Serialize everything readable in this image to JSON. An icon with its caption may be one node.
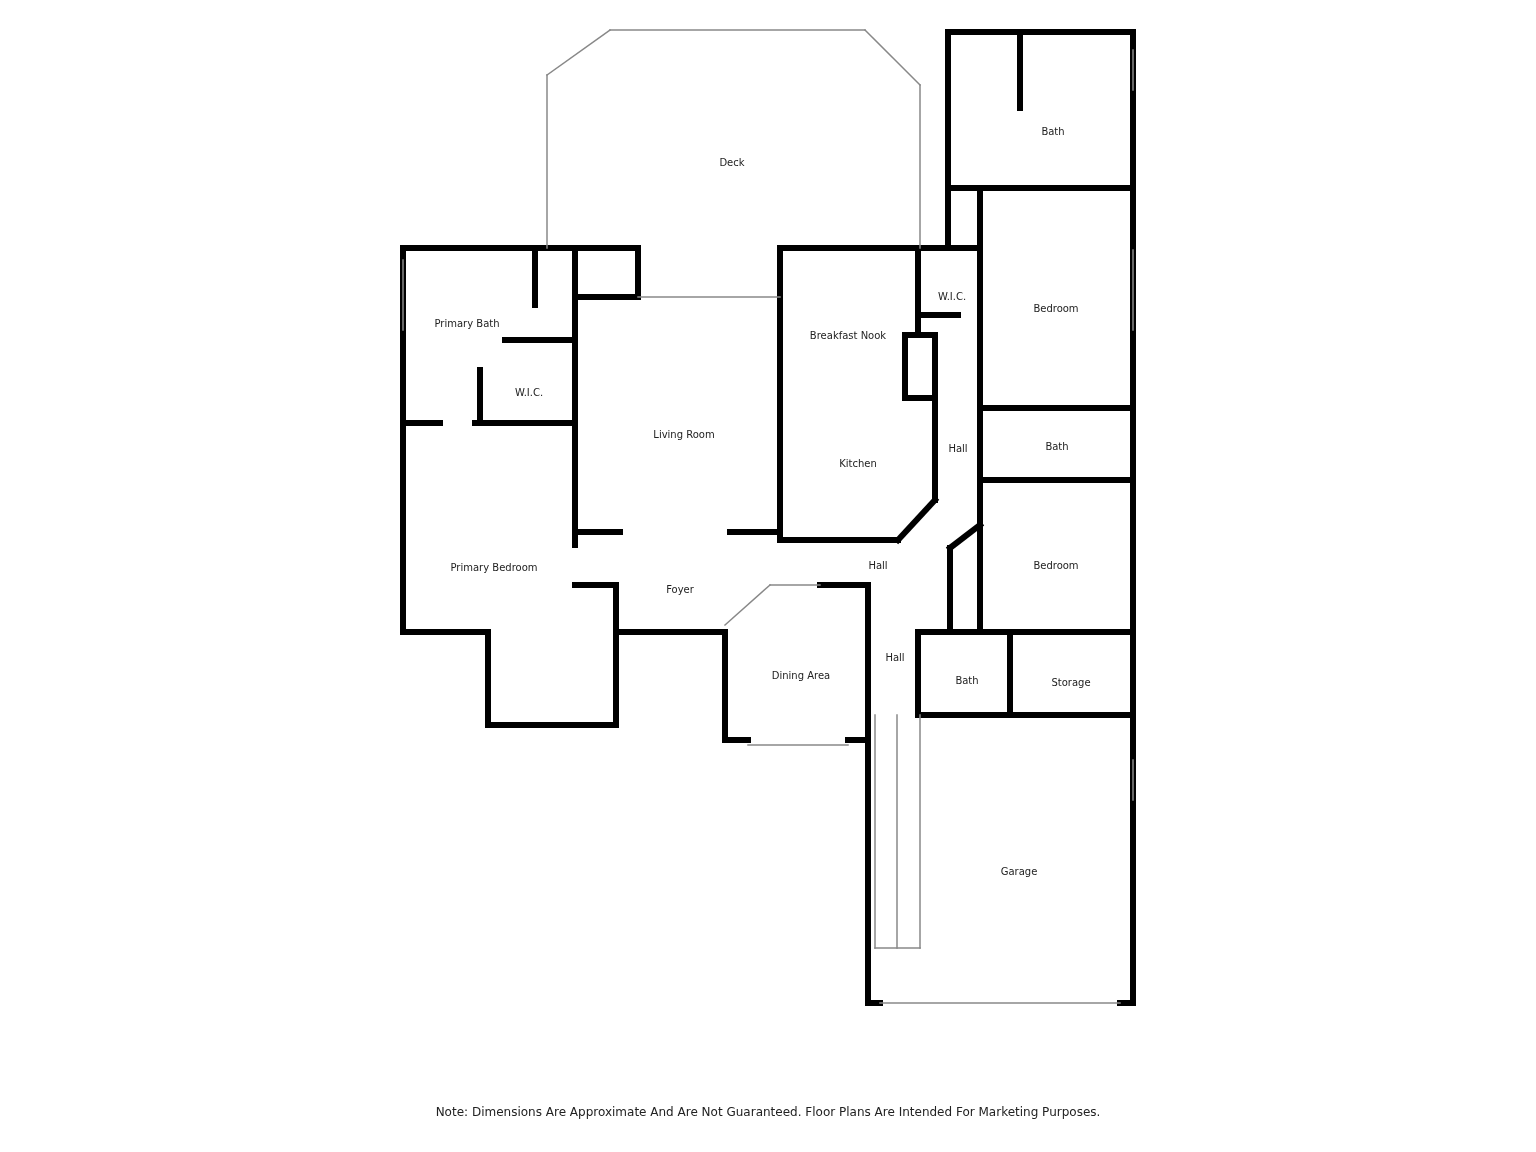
{
  "diagram": {
    "caption": "Note: Dimensions Are Approximate And Are Not Guaranteed. Floor Plans Are Intended For Marketing Purposes.",
    "labels": [
      "Deck",
      "Bath",
      "W.I.C.",
      "Bedroom",
      "Primary Bath",
      "Breakfast Nook",
      "W.I.C.",
      "Living Room",
      "Hall",
      "Bath",
      "Kitchen",
      "Primary Bedroom",
      "Hall",
      "Bedroom",
      "Foyer",
      "Hall",
      "Dining Area",
      "Bath",
      "Storage",
      "Garage"
    ]
  }
}
